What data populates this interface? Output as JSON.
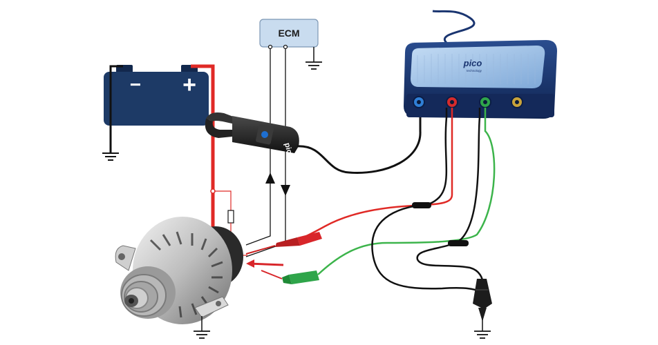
{
  "ecm": {
    "label": "ECM"
  },
  "scope": {
    "brand": "pico",
    "sub": "technology"
  },
  "clamp": {
    "brand": "pico"
  },
  "battery": {
    "neg_symbol": "−",
    "pos_symbol": "+"
  },
  "colors": {
    "red_wire": "#e02a26",
    "green_wire": "#3cb44b",
    "black_wire": "#111111",
    "ecm_fill": "#c9dcef",
    "battery_body": "#1d3a66",
    "scope_body": "#1a3570",
    "scope_panel": "#9fc2e8"
  },
  "icons": [
    "ground-symbol",
    "fuse-symbol",
    "arrow-up",
    "arrow-down",
    "crocodile-clip",
    "bnc-connector"
  ]
}
